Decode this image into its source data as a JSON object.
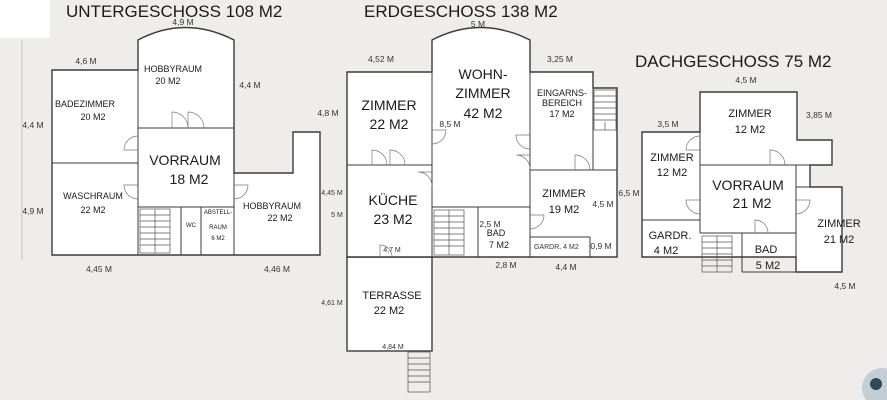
{
  "titles": {
    "basement": "UNTERGESCHOSS 108 M2",
    "ground": "ERDGESCHOSS 138 M2",
    "attic": "DACHGESCHOSS 75 M2"
  },
  "basement": {
    "rooms": {
      "bad_name": "BADEZIMMER",
      "bad_area": "20 M2",
      "hobby1_name": "HOBBYRAUM",
      "hobby1_area": "20 M2",
      "vorraum_name": "VORRAUM",
      "vorraum_area": "18 M2",
      "wasch_name": "WASCHRAUM",
      "wasch_area": "22 M2",
      "wc": "WC",
      "abstell_l1": "ABSTELL-",
      "abstell_l2": "RAUM",
      "abstell_area": "6 M2",
      "hobby2_name": "HOBBYRAUM",
      "hobby2_area": "22 M2"
    },
    "dims": {
      "top_w": "4,9 M",
      "left_top": "4,6 M",
      "right_h": "4,4 M",
      "left_h1": "4,4 M",
      "left_h2": "4,9 M",
      "bottom_left": "4,45 M",
      "bottom_right": "4,46 M"
    }
  },
  "ground": {
    "rooms": {
      "zimmer_name": "ZIMMER",
      "zimmer_area": "22 M2",
      "wohn_l1": "WOHN-",
      "wohn_l2": "ZIMMER",
      "wohn_area": "42 M2",
      "eing_l1": "EINGARNS-",
      "eing_l2": "BEREICH",
      "eing_area": "17 M2",
      "kueche_name": "KÜCHE",
      "kueche_area": "23 M2",
      "zimmer2_name": "ZIMMER",
      "zimmer2_area": "19 M2",
      "bad_name": "BAD",
      "bad_area": "7 M2",
      "gardr": "GARDR. 4 M2",
      "terrasse_name": "TERRASSE",
      "terrasse_area": "22 M2"
    },
    "dims": {
      "top_w": "5 M",
      "zimmer_w": "4,52 M",
      "eing_w": "3,25 M",
      "zimmer_h": "4,8 M",
      "wohn_h": "8,5 M",
      "kueche_h1": "4,45 M",
      "kueche_h2": "5 M",
      "kueche_w": "4,7 M",
      "bad_w": "2,5 M",
      "zimmer2_h": "4,5 M",
      "right_h": "6,5 M",
      "gardr_w": "0,9 M",
      "bottom_mid": "2,8 M",
      "bottom_right": "4,4 M",
      "terrasse_h": "4,61 M",
      "terrasse_w": "4,84 M"
    }
  },
  "attic": {
    "rooms": {
      "zimmer1_name": "ZIMMER",
      "zimmer1_area": "12 M2",
      "zimmer2_name": "ZIMMER",
      "zimmer2_area": "12 M2",
      "vorraum_name": "VORRAUM",
      "vorraum_area": "21 M2",
      "zimmer3_name": "ZIMMER",
      "zimmer3_area": "21 M2",
      "gardr_name": "GARDR.",
      "gardr_area": "4 M2",
      "bad_name": "BAD",
      "bad_area": "5 M2"
    },
    "dims": {
      "top_w": "4,5 M",
      "left_w": "3,5 M",
      "right_w": "3,85 M",
      "bottom_w": "4,5 M"
    }
  }
}
